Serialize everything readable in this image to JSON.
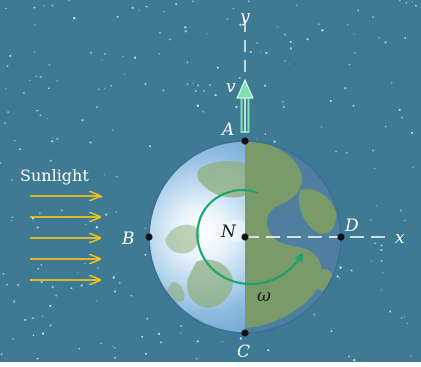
{
  "diagram": {
    "colors": {
      "space": "#3e7a93",
      "earth_day": "#6fa3cf",
      "earth_night": "#4f7f9f",
      "land": "#7a9a6a",
      "rotation_arrow": "#1aa56a",
      "sun_rays": "#f3c21b",
      "velocity_arrow": "#7fe0b0"
    },
    "labels": {
      "y_axis": "y",
      "x_axis": "x",
      "velocity": "v",
      "point_a": "A",
      "point_b": "B",
      "point_c": "C",
      "point_d": "D",
      "pole": "N",
      "omega": "ω",
      "sunlight": "Sunlight"
    }
  }
}
